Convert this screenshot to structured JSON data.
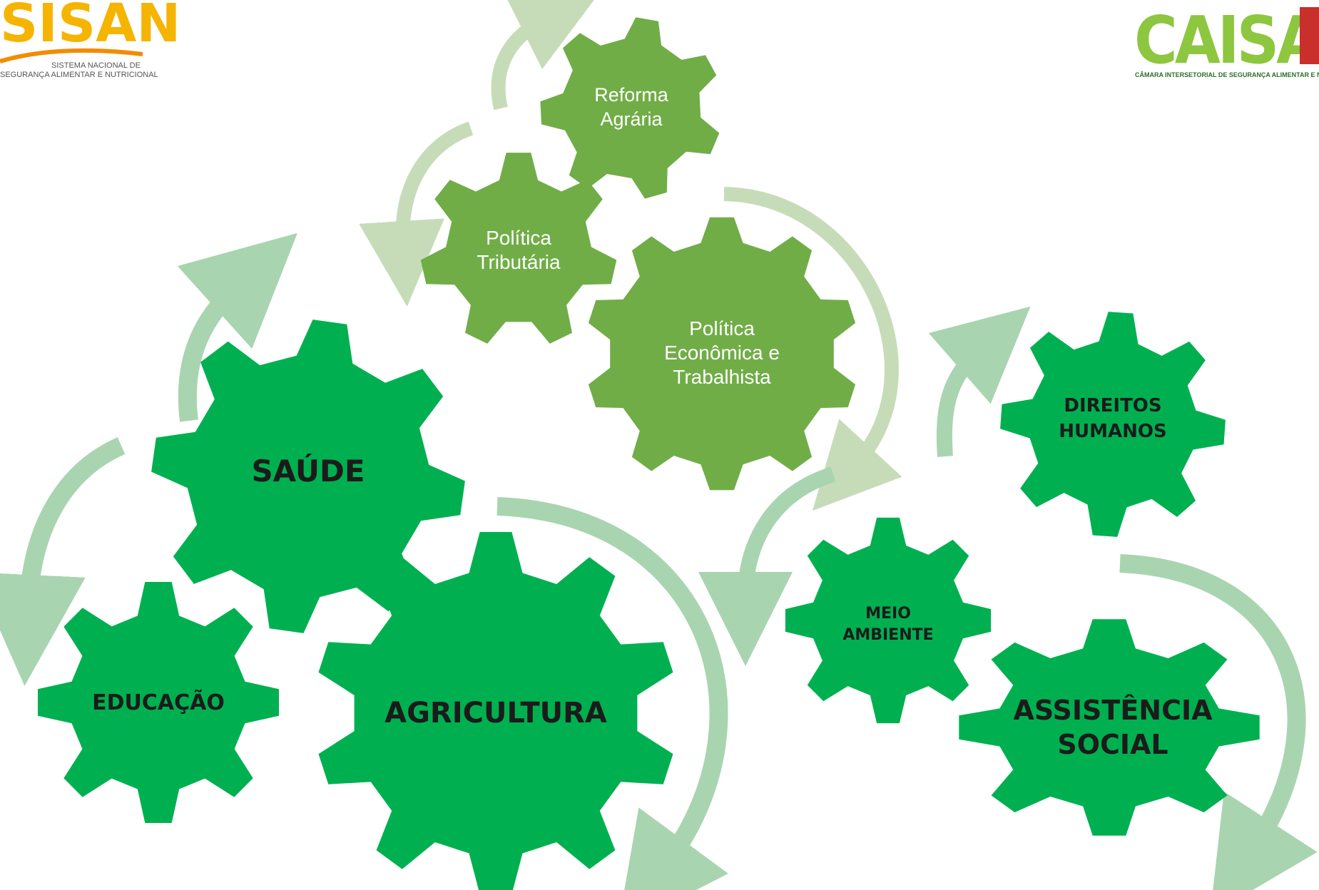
{
  "logos": {
    "sisan": {
      "wordmark": "SISAN",
      "subtitle_line1": "SISTEMA NACIONAL DE",
      "subtitle_line2": "SEGURANÇA ALIMENTAR E NUTRICIONAL"
    },
    "caisan": {
      "wordmark": "CAISAN",
      "subtitle": "CÂMARA INTERSETORIAL DE SEGURANÇA ALIMENTAR E NUTRICIONAL"
    }
  },
  "gears": {
    "reforma_agraria": {
      "line1": "Reforma",
      "line2": "Agrária"
    },
    "politica_tributaria": {
      "line1": "Política",
      "line2": "Tributária"
    },
    "politica_economica": {
      "line1": "Política",
      "line2": "Econômica e",
      "line3": "Trabalhista"
    },
    "saude": {
      "line1": "SAÚDE"
    },
    "educacao": {
      "line1": "EDUCAÇÃO"
    },
    "agricultura": {
      "line1": "AGRICULTURA"
    },
    "direitos_humanos": {
      "line1": "DIREITOS",
      "line2": "HUMANOS"
    },
    "meio_ambiente": {
      "line1": "MEIO",
      "line2": "AMBIENTE"
    },
    "assistencia_social": {
      "line1": "ASSISTÊNCIA",
      "line2": "SOCIAL"
    }
  },
  "colors": {
    "olive_gear": "#70ad47",
    "bright_gear": "#00b050",
    "arrow": "#a9d4b0",
    "arrow_olive": "#c6dcb8",
    "sisan_blue": "#1f5fa8",
    "caisan_green": "#8dc63f"
  }
}
